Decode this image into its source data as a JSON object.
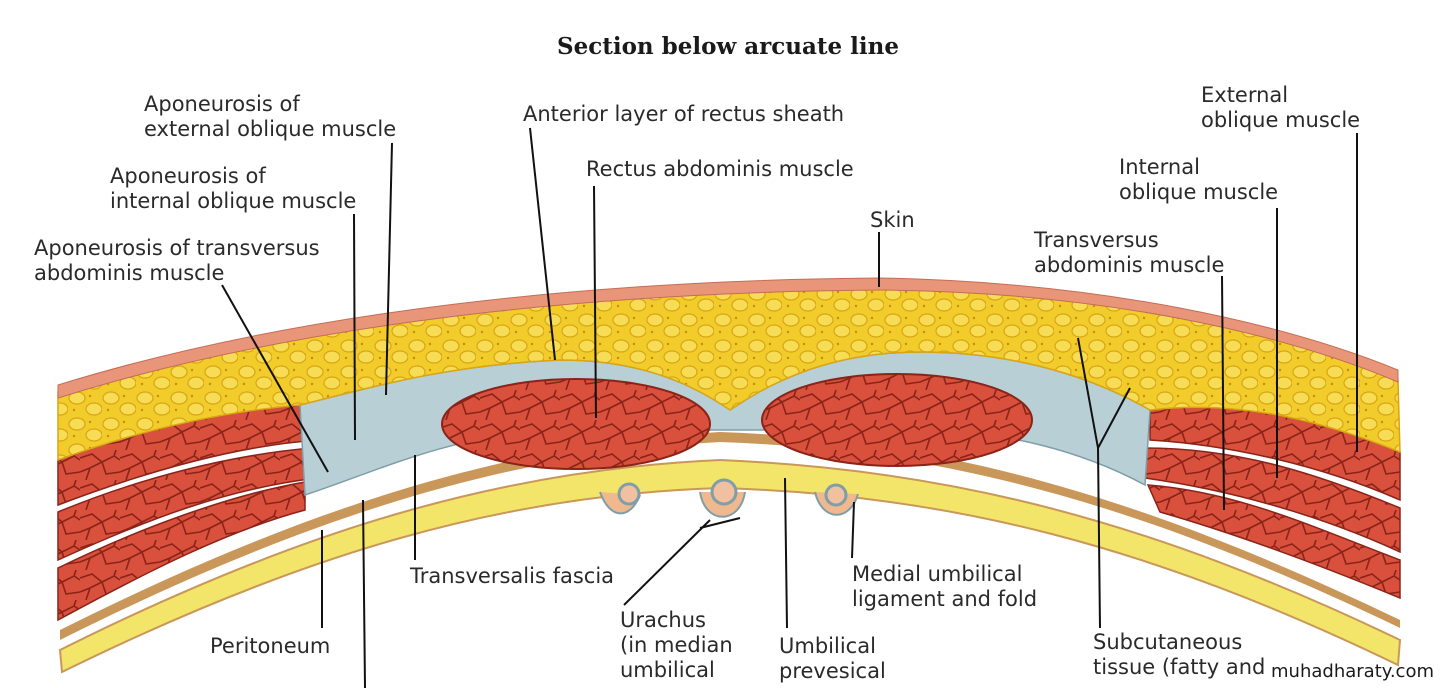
{
  "title": "Section below arcuate line",
  "labels": {
    "apo_external": [
      "Aponeurosis of",
      "external oblique muscle"
    ],
    "apo_internal": [
      "Aponeurosis of",
      "internal oblique muscle"
    ],
    "apo_transversus": [
      "Aponeurosis of transversus",
      "abdominis muscle"
    ],
    "anterior_layer": [
      "Anterior layer of rectus sheath"
    ],
    "rectus": [
      "Rectus abdominis muscle"
    ],
    "skin": [
      "Skin"
    ],
    "external_oblique": [
      "External",
      "oblique muscle"
    ],
    "internal_oblique": [
      "Internal",
      "oblique muscle"
    ],
    "transversus": [
      "Transversus",
      "abdominis muscle"
    ],
    "transversalis_fascia": [
      "Transversalis fascia"
    ],
    "medial_umbilical": [
      "Medial umbilical",
      "ligament and fold"
    ],
    "peritoneum": [
      "Peritoneum"
    ],
    "urachus": [
      "Urachus",
      "(in median",
      "umbilical"
    ],
    "umbilical_prevesical": [
      "Umbilical",
      "prevesical"
    ],
    "subcutaneous": [
      "Subcutaneous",
      "tissue (fatty and"
    ]
  },
  "watermark": "muhadharaty.com",
  "colors": {
    "skin": "#e8957a",
    "fat": "#f2cc2a",
    "fat_dark": "#d9a514",
    "fascia": "#b9cfd6",
    "muscle": "#d9503d",
    "muscle_line": "#8a2318",
    "peritoneum_yellow": "#f3e56a",
    "peritoneum_tan": "#c9975a"
  }
}
